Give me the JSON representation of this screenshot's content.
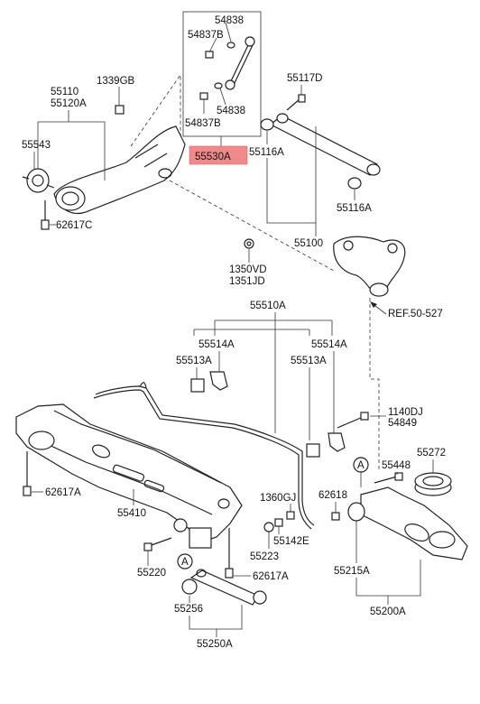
{
  "labels": {
    "p54838_top": "54838",
    "p54837b_top": "54837B",
    "p54838_bot": "54838",
    "p54837b_bot": "54837B",
    "p55530a": "55530A",
    "p1339gb": "1339GB",
    "p55110": "55110",
    "p55120a": "55120A",
    "p55543": "55543",
    "p62617c": "62617C",
    "p55117d": "55117D",
    "p55116a_1": "55116A",
    "p55116a_2": "55116A",
    "p55100": "55100",
    "p1350vd": "1350VD",
    "p1351jd": "1351JD",
    "ref": "REF.50-527",
    "p55510a": "55510A",
    "p55514a_l": "55514A",
    "p55513a_l": "55513A",
    "p55514a_r": "55514A",
    "p55513a_r": "55513A",
    "p1140dj": "1140DJ",
    "p54849": "54849",
    "p55272": "55272",
    "p55448": "55448",
    "marker_a1": "A",
    "marker_a2": "A",
    "p62617a_l": "62617A",
    "p55410": "55410",
    "p1360gj": "1360GJ",
    "p62618": "62618",
    "p55142e": "55142E",
    "p55223": "55223",
    "p55220": "55220",
    "p62617a_b": "62617A",
    "p55215a": "55215A",
    "p55256": "55256",
    "p55250a": "55250A",
    "p55200a": "55200A"
  },
  "colors": {
    "highlight": "#f08a8a",
    "line": "#222222"
  }
}
